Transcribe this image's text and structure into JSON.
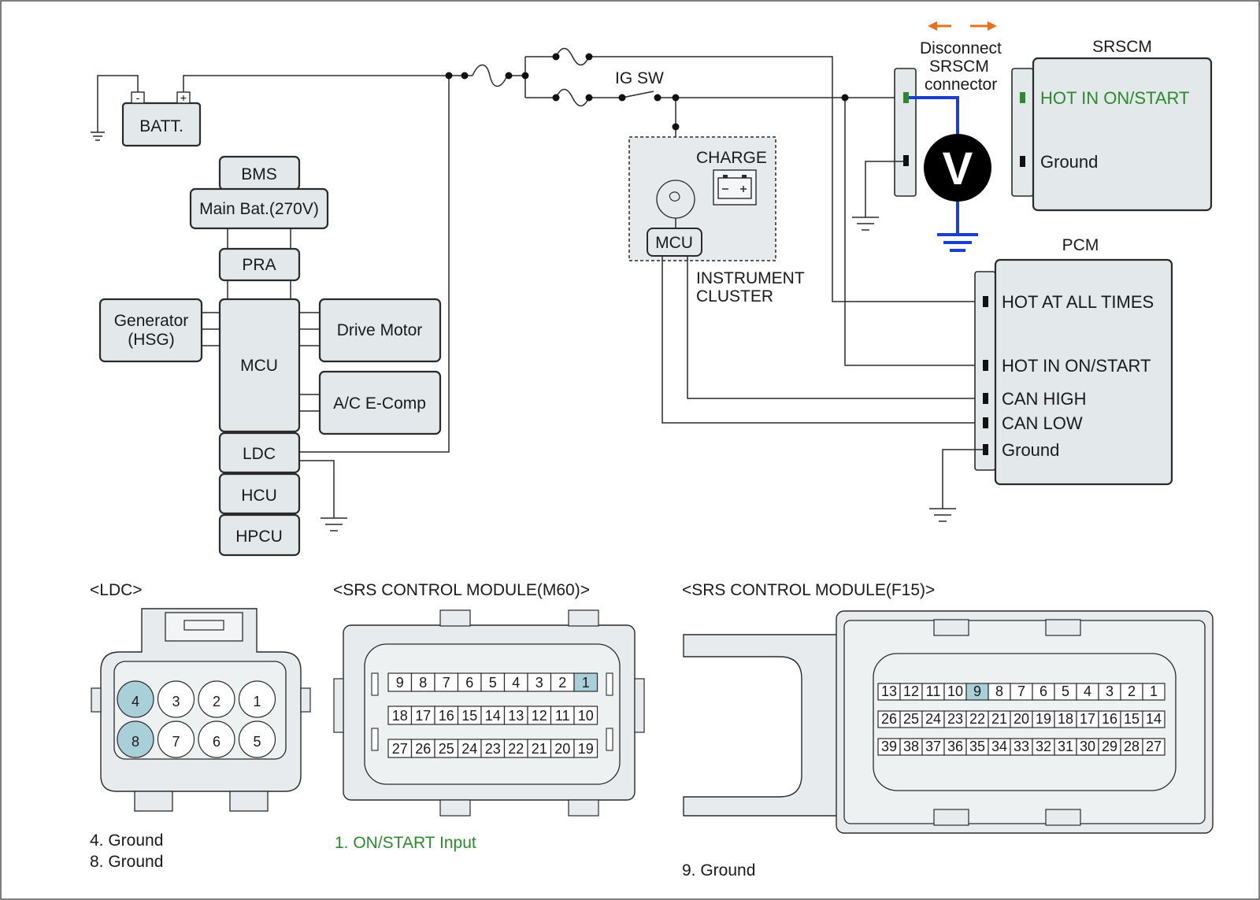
{
  "circuit": {
    "batt": "BATT.",
    "batt_minus": "-",
    "batt_plus": "+",
    "ig_sw": "IG SW",
    "disconnect": [
      "Disconnect",
      "SRSCM",
      "connector"
    ],
    "voltmeter": "V",
    "charge": "CHARGE",
    "cluster_mcu": "MCU",
    "instrument_cluster": [
      "INSTRUMENT",
      "CLUSTER"
    ]
  },
  "blocks": {
    "bms": "BMS",
    "main_bat": "Main Bat.(270V)",
    "pra": "PRA",
    "generator": [
      "Generator",
      "(HSG)"
    ],
    "mcu": "MCU",
    "drive_motor": "Drive Motor",
    "ac_ecomp": "A/C E-Comp",
    "ldc": "LDC",
    "hcu": "HCU",
    "hpcu": "HPCU"
  },
  "srscm": {
    "title": "SRSCM",
    "pin_hot": "HOT IN ON/START",
    "pin_ground": "Ground"
  },
  "pcm": {
    "title": "PCM",
    "pins": [
      "HOT AT ALL TIMES",
      "HOT IN ON/START",
      "CAN HIGH",
      "CAN LOW",
      "Ground"
    ]
  },
  "connectors": {
    "ldc": {
      "title": "<LDC>",
      "row1": [
        "4",
        "3",
        "2",
        "1"
      ],
      "row2": [
        "8",
        "7",
        "6",
        "5"
      ],
      "highlight": [
        "4",
        "8"
      ],
      "notes": [
        "4. Ground",
        "8. Ground"
      ]
    },
    "m60": {
      "title": "<SRS CONTROL MODULE(M60)>",
      "row1": [
        "9",
        "8",
        "7",
        "6",
        "5",
        "4",
        "3",
        "2",
        "1"
      ],
      "row2": [
        "18",
        "17",
        "16",
        "15",
        "14",
        "13",
        "12",
        "11",
        "10"
      ],
      "row3": [
        "27",
        "26",
        "25",
        "24",
        "23",
        "22",
        "21",
        "20",
        "19"
      ],
      "highlight": [
        "1"
      ],
      "note": "1. ON/START Input"
    },
    "f15": {
      "title": "<SRS CONTROL MODULE(F15)>",
      "row1": [
        "13",
        "12",
        "11",
        "10",
        "9",
        "8",
        "7",
        "6",
        "5",
        "4",
        "3",
        "2",
        "1"
      ],
      "row2": [
        "26",
        "25",
        "24",
        "23",
        "22",
        "21",
        "20",
        "19",
        "18",
        "17",
        "16",
        "15",
        "14"
      ],
      "row3": [
        "39",
        "38",
        "37",
        "36",
        "35",
        "34",
        "33",
        "32",
        "31",
        "30",
        "29",
        "28",
        "27"
      ],
      "highlight": [
        "9"
      ],
      "note": "9. Ground"
    }
  },
  "colors": {
    "box_fill": "#e3e8ea",
    "highlight_pin": "#a9cfd8",
    "probe_wire": "#1a3fd1",
    "arrow": "#e8701c",
    "active_text": "#2b8a2b"
  }
}
